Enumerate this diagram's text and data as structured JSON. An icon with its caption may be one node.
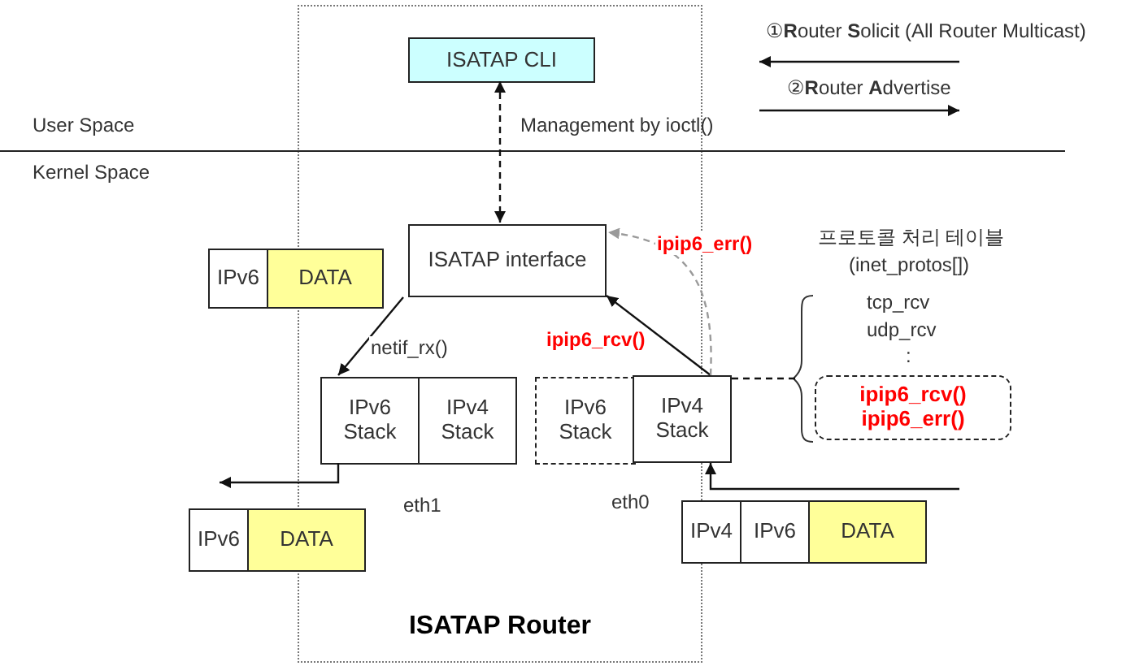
{
  "diagram": {
    "nodes": [
      {
        "text": [
          "ISATAP Router"
        ]
      },
      {
        "text": [
          "ISATAP CLI"
        ],
        "in": 0
      },
      {
        "text": [
          "ISATAP interface"
        ],
        "in": 0
      },
      {
        "text": [
          "IPv6 Stack"
        ],
        "in": 0
      },
      {
        "text": [
          "IPv4 Stack"
        ],
        "in": 0
      },
      {
        "text": [
          "IPv6 Stack"
        ],
        "in": 0
      },
      {
        "text": [
          "IPv4 Stack"
        ]
      },
      {
        "text": [
          "ipip6_rcv()",
          "ipip6_err()"
        ]
      },
      {
        "text": [
          "IPv6"
        ]
      },
      {
        "text": [
          "DATA"
        ]
      },
      {
        "text": [
          "IPv6"
        ]
      },
      {
        "text": [
          "DATA"
        ]
      },
      {
        "text": [
          "IPv4"
        ]
      },
      {
        "text": [
          "IPv6"
        ]
      },
      {
        "text": [
          "DATA"
        ]
      }
    ],
    "edges": [
      {
        "from": 1,
        "to": 2,
        "arrow": "both",
        "style": "dashed"
      },
      {
        "from": 2,
        "to": 3,
        "arrow": "to",
        "label": "netif_rx()"
      },
      {
        "from": 6,
        "to": 2,
        "arrow": "to",
        "label": "ipip6_rcv()"
      },
      {
        "from": 6,
        "to": 2,
        "arrow": "to",
        "label": "ipip6_err()",
        "style": "dashed",
        "color": "#9a9a9a"
      },
      {
        "from": 3,
        "to": 10,
        "arrow": "to"
      },
      {
        "from": 14,
        "to": 6,
        "arrow": "to"
      },
      {
        "from": 6,
        "to": 7,
        "arrow": "none",
        "style": "dashed"
      }
    ],
    "labels": [
      "User Space",
      "Kernel Space",
      "Management by ioctl()",
      "①**R**outer **S**olicit (All Router Multicast)",
      "②**R**outer **A**dvertise",
      "프로토콜 처리 테이블",
      "(inet_protos[])",
      "tcp_rcv",
      "udp_rcv",
      ":",
      "eth1",
      "eth0"
    ]
  }
}
